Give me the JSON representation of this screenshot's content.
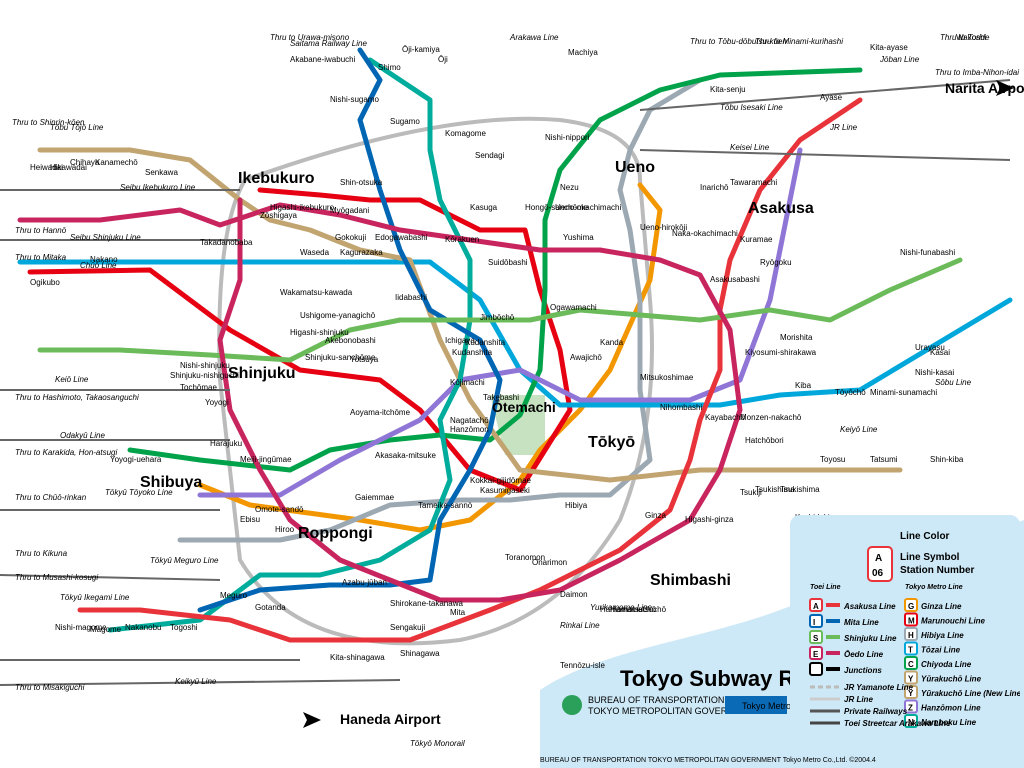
{
  "title": "Tokyo Subway Route Map",
  "publisher": {
    "bureau_line1": "BUREAU OF TRANSPORTATION",
    "bureau_line2": "TOKYO METROPOLITAN GOVERNMENT",
    "metro": "Tokyo Metro",
    "footer": "BUREAU OF TRANSPORTATION TOKYO METROPOLITAN GOVERNMENT    Tokyo Metro Co.,Ltd.    ©2004.4"
  },
  "colors": {
    "asakusa": "#e8333a",
    "mita": "#0066b3",
    "shinjuku": "#6cbb5a",
    "oedo": "#c8255e",
    "ginza": "#f39700",
    "marunouchi": "#e60012",
    "hibiya": "#9ca9b3",
    "tozai": "#00a7db",
    "chiyoda": "#00a24a",
    "yurakucho": "#c1a470",
    "hanzomon": "#8f76d6",
    "namboku": "#00ac9b",
    "jr": "#bbbbbb",
    "private": "#666666",
    "water": "#cde8f6"
  },
  "legend": {
    "line_color": "Line Color",
    "line_symbol": "Line Symbol",
    "station_number": "Station Number",
    "sample_letter": "A",
    "sample_number": "06",
    "toei_header": "Toei Line",
    "metro_header": "Tokyo Metro Line",
    "toei_lines": [
      {
        "letter": "A",
        "name": "Asakusa Line",
        "color": "#e8333a"
      },
      {
        "letter": "I",
        "name": "Mita Line",
        "color": "#0066b3"
      },
      {
        "letter": "S",
        "name": "Shinjuku Line",
        "color": "#6cbb5a"
      },
      {
        "letter": "E",
        "name": "Ōedo Line",
        "color": "#c8255e"
      },
      {
        "letter": "",
        "name": "Junctions",
        "color": "#000000"
      }
    ],
    "metro_lines": [
      {
        "letter": "G",
        "name": "Ginza Line",
        "color": "#f39700"
      },
      {
        "letter": "M",
        "name": "Marunouchi Line",
        "color": "#e60012"
      },
      {
        "letter": "H",
        "name": "Hibiya Line",
        "color": "#9ca9b3"
      },
      {
        "letter": "T",
        "name": "Tōzai Line",
        "color": "#00a7db"
      },
      {
        "letter": "C",
        "name": "Chiyoda Line",
        "color": "#00a24a"
      },
      {
        "letter": "Y",
        "name": "Yūrakuchō Line",
        "color": "#c1a470"
      },
      {
        "letter": "Y",
        "name": "Yūrakuchō Line (New Line)",
        "color": "#c1a470"
      },
      {
        "letter": "Z",
        "name": "Hanzōmon Line",
        "color": "#8f76d6"
      },
      {
        "letter": "N",
        "name": "Namboku Line",
        "color": "#00ac9b"
      }
    ],
    "other_lines": [
      "JR Yamanote Line",
      "JR Line",
      "Private Railways",
      "Toei Streetcar Arakawa Line"
    ]
  },
  "major_stations": [
    "Ikebukuro",
    "Ueno",
    "Asakusa",
    "Shinjuku",
    "Ōtemachi",
    "Tōkyō",
    "Shibuya",
    "Roppongi",
    "Shimbashi",
    "Haneda Airport",
    "Narita Airport"
  ],
  "stations": [
    "Akabane-iwabuchi",
    "Ōji-kamiya",
    "Ōji",
    "Shimo",
    "Machiya",
    "Kita-senju",
    "Ayase",
    "Kita-ayase",
    "Nishi-sugamo",
    "Sugamo",
    "Komagome",
    "Nishi-nippori",
    "Sendagi",
    "Nezu",
    "Yushima",
    "Ueno-okachimachi",
    "Ueno-hirokōji",
    "Naka-okachimachi",
    "Inarichō",
    "Tawaramachi",
    "Kuramae",
    "Asakusabashi",
    "Ryōgoku",
    "Morishita",
    "Kiyosumi-shirakawa",
    "Monzen-nakachō",
    "Kiba",
    "Tōyōchō",
    "Minami-sunamachi",
    "Nishi-kasai",
    "Kasai",
    "Urayasu",
    "Nishi-funabashi",
    "Toyosu",
    "Tatsumi",
    "Shin-kiba",
    "Tsukishima",
    "Tsukiji",
    "Kachidoki",
    "Tsukishima",
    "Hatchōbori",
    "Kayabachō",
    "Nihombashi",
    "Mitsukoshimae",
    "Kanda",
    "Awajichō",
    "Ogawamachi",
    "Jimbōchō",
    "Kudanshita",
    "Takebashi",
    "Ichigaya",
    "Iidabashi",
    "Kagurazaka",
    "Waseda",
    "Takadanobaba",
    "Nakano",
    "Ogikubo",
    "Shinjuku-sanchōme",
    "Yotsuya",
    "Akasaka-mitsuke",
    "Nagatachō",
    "Kasumigaseki",
    "Hibiya",
    "Ginza",
    "Higashi-ginza",
    "Kokkai-gijidōmae",
    "Tameike-sannō",
    "Toranomon",
    "Onarimon",
    "Daimon",
    "Hamamatsuchō",
    "Mita",
    "Shirokane-takanawa",
    "Meguro",
    "Ebisu",
    "Hiroo",
    "Azabu-jūban",
    "Gotanda",
    "Togoshi",
    "Nishi-magome",
    "Magome",
    "Nakanobu",
    "Sengakuji",
    "Shinagawa",
    "Kita-shinagawa",
    "Tennōzu-isle",
    "Hamamatsuchō",
    "Omote-sandō",
    "Gaiemmae",
    "Aoyama-itchōme",
    "Yoyogi",
    "Harajuku",
    "Meiji-jingūmae",
    "Yoyogi-uehara",
    "Nishi-shinjuku",
    "Tochōmae",
    "Shinjuku-nishiguchi",
    "Higashi-shinjuku",
    "Wakamatsu-kawada",
    "Ushigome-yanagichō",
    "Akebonobashi",
    "Kōjimachi",
    "Hanzōmon",
    "Kudanshita",
    "Suidōbashi",
    "Kasuga",
    "Hongō-sanchōme",
    "Myōgadani",
    "Shin-otsuka",
    "Higashi-ikebukuro",
    "Gokokuji",
    "Edogawabashi",
    "Kōrakuen",
    "Zōshigaya",
    "Senkawa",
    "Kanamechō",
    "Chihaya",
    "Hikawadai",
    "Heiwadai",
    "Wakoshi"
  ],
  "line_labels": [
    "Seibu Ikebukuro Line",
    "Tōbu Tōjō Line",
    "Seibu Shinjuku Line",
    "Keiō Line",
    "Odakyū Line",
    "Tōkyū Tōyoko Line",
    "Tōkyū Meguro Line",
    "Tōkyū Ikegami Line",
    "Keikyū Line",
    "Tōkyō Monorail",
    "Rinkai Line",
    "Yurikamome Line",
    "Keisei Line",
    "Jōban Line",
    "Arakawa Line",
    "Saitama Railway Line",
    "Tōbu Isesaki Line",
    "Chūō Line",
    "JR Line",
    "Keiyō Line",
    "Sōbu Line"
  ],
  "thru_labels": [
    "Thru to Urawa-misono",
    "Thru to Tōbu-dōbutsu-kōen",
    "Thru to Minami-kurihashi",
    "Thru to Toride",
    "Thru to Imba-Nihon-idai",
    "Thru to Shinrin-kōen",
    "Thru to Hannō",
    "Thru to Mitaka",
    "Thru to Hashimoto, Takaosanguchi",
    "Thru to Karakida, Hon-atsugi",
    "Thru to Chūō-rinkan",
    "Thru to Kikuna",
    "Thru to Musashi-kosugi",
    "Thru to Misakiguchi"
  ]
}
